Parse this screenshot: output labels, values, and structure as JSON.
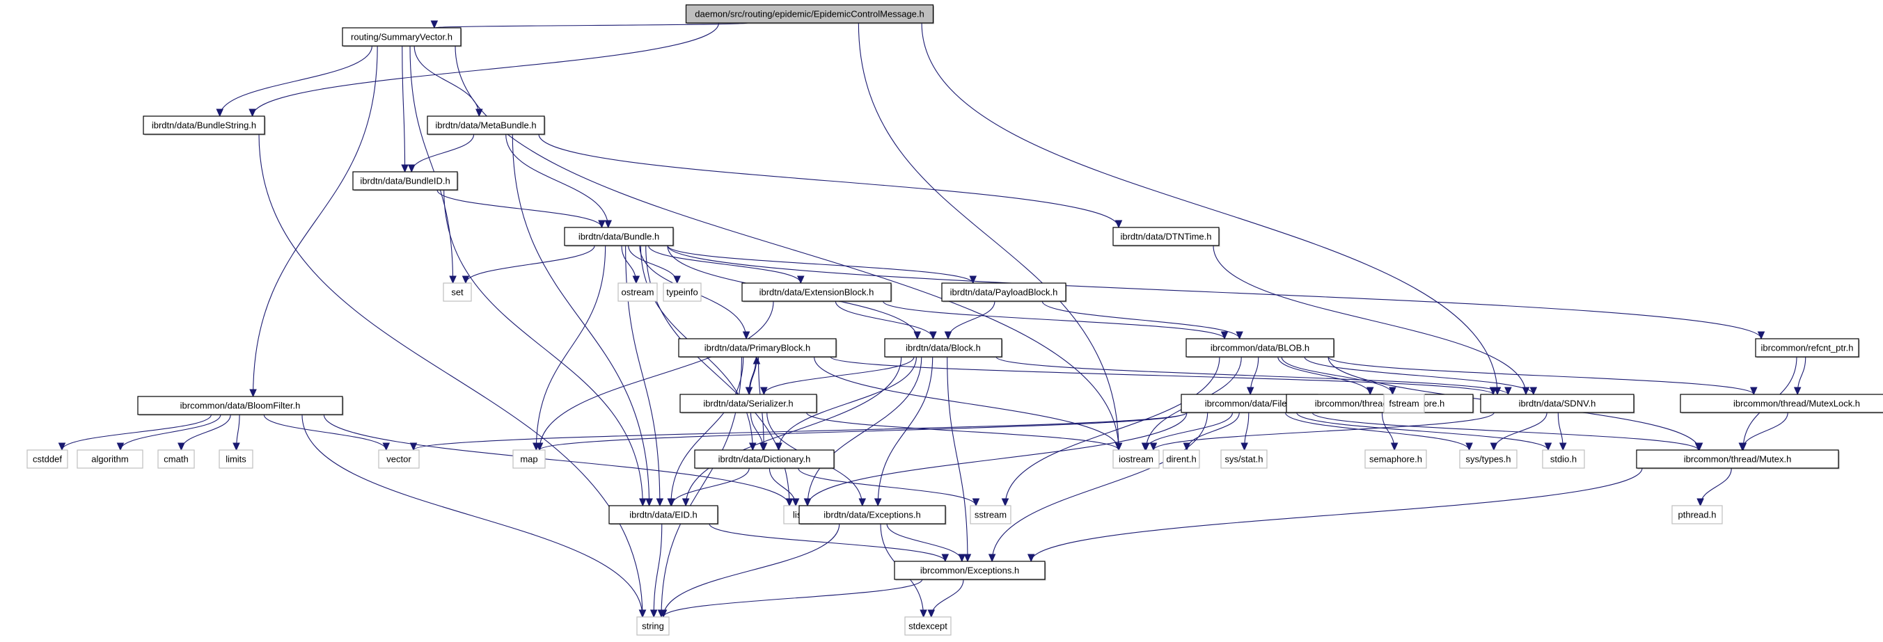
{
  "title": "Include dependency graph for daemon/src/routing/epidemic/EpidemicControlMessage.h",
  "colors": {
    "edge": "#191970",
    "root_fill": "#bfbfbf",
    "node_border": "#000000",
    "system_border": "#bfbfbf",
    "background": "#ffffff"
  },
  "nodes": [
    {
      "id": "root",
      "label": "daemon/src/routing/epidemic/EpidemicControlMessage.h",
      "kind": "root"
    },
    {
      "id": "sv",
      "label": "routing/SummaryVector.h",
      "kind": "header"
    },
    {
      "id": "bstr",
      "label": "ibrdtn/data/BundleString.h",
      "kind": "header"
    },
    {
      "id": "meta",
      "label": "ibrdtn/data/MetaBundle.h",
      "kind": "header"
    },
    {
      "id": "bid",
      "label": "ibrdtn/data/BundleID.h",
      "kind": "header"
    },
    {
      "id": "dtnt",
      "label": "ibrdtn/data/DTNTime.h",
      "kind": "header"
    },
    {
      "id": "bundle",
      "label": "ibrdtn/data/Bundle.h",
      "kind": "header"
    },
    {
      "id": "set",
      "label": "set",
      "kind": "system"
    },
    {
      "id": "ostream",
      "label": "ostream",
      "kind": "system"
    },
    {
      "id": "typeinfo",
      "label": "typeinfo",
      "kind": "system"
    },
    {
      "id": "ext",
      "label": "ibrdtn/data/ExtensionBlock.h",
      "kind": "header"
    },
    {
      "id": "payload",
      "label": "ibrdtn/data/PayloadBlock.h",
      "kind": "header"
    },
    {
      "id": "refcnt",
      "label": "ibrcommon/refcnt_ptr.h",
      "kind": "header"
    },
    {
      "id": "primary",
      "label": "ibrdtn/data/PrimaryBlock.h",
      "kind": "header"
    },
    {
      "id": "block",
      "label": "ibrdtn/data/Block.h",
      "kind": "header"
    },
    {
      "id": "blob",
      "label": "ibrcommon/data/BLOB.h",
      "kind": "header"
    },
    {
      "id": "bloom",
      "label": "ibrcommon/data/BloomFilter.h",
      "kind": "header"
    },
    {
      "id": "serial",
      "label": "ibrdtn/data/Serializer.h",
      "kind": "header"
    },
    {
      "id": "file",
      "label": "ibrcommon/data/File.h",
      "kind": "header"
    },
    {
      "id": "sema",
      "label": "ibrcommon/thread/Semaphore.h",
      "kind": "header"
    },
    {
      "id": "fstream",
      "label": "fstream",
      "kind": "system"
    },
    {
      "id": "sdnv",
      "label": "ibrdtn/data/SDNV.h",
      "kind": "header"
    },
    {
      "id": "mlock",
      "label": "ibrcommon/thread/MutexLock.h",
      "kind": "header"
    },
    {
      "id": "cstddef",
      "label": "cstddef",
      "kind": "system"
    },
    {
      "id": "algorithm",
      "label": "algorithm",
      "kind": "system"
    },
    {
      "id": "cmath",
      "label": "cmath",
      "kind": "system"
    },
    {
      "id": "limits",
      "label": "limits",
      "kind": "system"
    },
    {
      "id": "vector",
      "label": "vector",
      "kind": "system"
    },
    {
      "id": "map",
      "label": "map",
      "kind": "system"
    },
    {
      "id": "dict",
      "label": "ibrdtn/data/Dictionary.h",
      "kind": "header"
    },
    {
      "id": "iostream",
      "label": "iostream",
      "kind": "system"
    },
    {
      "id": "dirent",
      "label": "dirent.h",
      "kind": "system"
    },
    {
      "id": "sysstat",
      "label": "sys/stat.h",
      "kind": "system"
    },
    {
      "id": "semah",
      "label": "semaphore.h",
      "kind": "system"
    },
    {
      "id": "systypes",
      "label": "sys/types.h",
      "kind": "system"
    },
    {
      "id": "stdio",
      "label": "stdio.h",
      "kind": "system"
    },
    {
      "id": "mutex",
      "label": "ibrcommon/thread/Mutex.h",
      "kind": "header"
    },
    {
      "id": "eid",
      "label": "ibrdtn/data/EID.h",
      "kind": "header"
    },
    {
      "id": "list",
      "label": "list",
      "kind": "system"
    },
    {
      "id": "exc",
      "label": "ibrdtn/data/Exceptions.h",
      "kind": "header"
    },
    {
      "id": "sstream",
      "label": "sstream",
      "kind": "system"
    },
    {
      "id": "pthread",
      "label": "pthread.h",
      "kind": "system"
    },
    {
      "id": "cexc",
      "label": "ibrcommon/Exceptions.h",
      "kind": "header"
    },
    {
      "id": "string",
      "label": "string",
      "kind": "system"
    },
    {
      "id": "stdexcept",
      "label": "stdexcept",
      "kind": "system"
    }
  ],
  "edges": [
    [
      "root",
      "sv"
    ],
    [
      "root",
      "bstr"
    ],
    [
      "root",
      "iostream"
    ],
    [
      "root",
      "sdnv"
    ],
    [
      "sv",
      "bstr"
    ],
    [
      "sv",
      "meta"
    ],
    [
      "sv",
      "bid"
    ],
    [
      "sv",
      "set"
    ],
    [
      "sv",
      "bloom"
    ],
    [
      "sv",
      "iostream"
    ],
    [
      "bstr",
      "string"
    ],
    [
      "meta",
      "bid"
    ],
    [
      "meta",
      "bundle"
    ],
    [
      "meta",
      "dtnt"
    ],
    [
      "meta",
      "eid"
    ],
    [
      "bid",
      "bundle"
    ],
    [
      "bid",
      "eid"
    ],
    [
      "dtnt",
      "sdnv"
    ],
    [
      "bundle",
      "set"
    ],
    [
      "bundle",
      "ostream"
    ],
    [
      "bundle",
      "typeinfo"
    ],
    [
      "bundle",
      "ext"
    ],
    [
      "bundle",
      "payload"
    ],
    [
      "bundle",
      "refcnt"
    ],
    [
      "bundle",
      "primary"
    ],
    [
      "bundle",
      "block"
    ],
    [
      "bundle",
      "map"
    ],
    [
      "bundle",
      "dict"
    ],
    [
      "bundle",
      "eid"
    ],
    [
      "bundle",
      "list"
    ],
    [
      "ext",
      "block"
    ],
    [
      "ext",
      "blob"
    ],
    [
      "ext",
      "map"
    ],
    [
      "payload",
      "block"
    ],
    [
      "payload",
      "blob"
    ],
    [
      "refcnt",
      "mlock"
    ],
    [
      "refcnt",
      "mutex"
    ],
    [
      "primary",
      "serial"
    ],
    [
      "primary",
      "dict"
    ],
    [
      "primary",
      "eid"
    ],
    [
      "primary",
      "string"
    ],
    [
      "primary",
      "iostream"
    ],
    [
      "primary",
      "sdnv"
    ],
    [
      "block",
      "serial"
    ],
    [
      "block",
      "dict"
    ],
    [
      "block",
      "eid"
    ],
    [
      "block",
      "list"
    ],
    [
      "block",
      "exc"
    ],
    [
      "block",
      "cexc"
    ],
    [
      "block",
      "sdnv"
    ],
    [
      "blob",
      "file"
    ],
    [
      "blob",
      "sema"
    ],
    [
      "blob",
      "fstream"
    ],
    [
      "blob",
      "sdnv"
    ],
    [
      "blob",
      "mlock"
    ],
    [
      "blob",
      "mutex"
    ],
    [
      "blob",
      "iostream"
    ],
    [
      "blob",
      "sstream"
    ],
    [
      "bloom",
      "cstddef"
    ],
    [
      "bloom",
      "algorithm"
    ],
    [
      "bloom",
      "cmath"
    ],
    [
      "bloom",
      "limits"
    ],
    [
      "bloom",
      "vector"
    ],
    [
      "bloom",
      "list"
    ],
    [
      "bloom",
      "string"
    ],
    [
      "serial",
      "primary"
    ],
    [
      "serial",
      "dict"
    ],
    [
      "serial",
      "exc"
    ],
    [
      "serial",
      "iostream"
    ],
    [
      "file",
      "map"
    ],
    [
      "file",
      "vector"
    ],
    [
      "file",
      "list"
    ],
    [
      "file",
      "iostream"
    ],
    [
      "file",
      "dirent"
    ],
    [
      "file",
      "sysstat"
    ],
    [
      "file",
      "systypes"
    ],
    [
      "file",
      "stdio"
    ],
    [
      "file",
      "mutex"
    ],
    [
      "file",
      "cexc"
    ],
    [
      "sema",
      "semah"
    ],
    [
      "sdnv",
      "iostream"
    ],
    [
      "sdnv",
      "stdio"
    ],
    [
      "sdnv",
      "systypes"
    ],
    [
      "mlock",
      "mutex"
    ],
    [
      "dict",
      "eid"
    ],
    [
      "dict",
      "list"
    ],
    [
      "dict",
      "sstream"
    ],
    [
      "mutex",
      "pthread"
    ],
    [
      "mutex",
      "cexc"
    ],
    [
      "eid",
      "string"
    ],
    [
      "eid",
      "cexc"
    ],
    [
      "exc",
      "cexc"
    ],
    [
      "exc",
      "string"
    ],
    [
      "exc",
      "stdexcept"
    ],
    [
      "cexc",
      "string"
    ],
    [
      "cexc",
      "stdexcept"
    ]
  ]
}
